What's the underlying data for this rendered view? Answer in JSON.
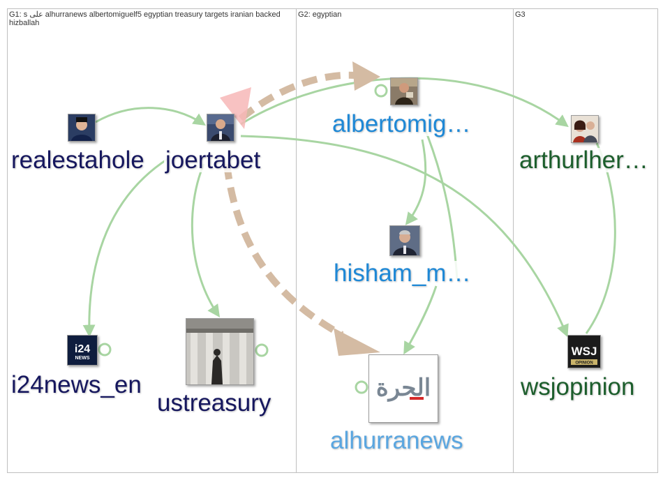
{
  "groups": {
    "g1": {
      "title": "G1: s على alhurranews albertomiguelf5 egyptian treasury targets iranian backed hizballah"
    },
    "g2": {
      "title": "G2: egyptian"
    },
    "g3": {
      "title": "G3"
    }
  },
  "nodes": {
    "realestahole": {
      "label": "realestahole"
    },
    "joertabet": {
      "label": "joertabet"
    },
    "albertomig": {
      "label": "albertomig…"
    },
    "arthurlher": {
      "label": "arthurlher…"
    },
    "hisham_m": {
      "label": "hisham_m…"
    },
    "i24news_en": {
      "label": "i24news_en",
      "logo_text": "i24",
      "logo_sub": "NEWS"
    },
    "ustreasury": {
      "label": "ustreasury"
    },
    "alhurranews": {
      "label": "alhurranews",
      "logo_text": "الحرة"
    },
    "wsjopinion": {
      "label": "wsjopinion",
      "logo_text": "WSJ",
      "logo_sub": "OPINION"
    }
  },
  "colors": {
    "edge": "#a8d5a2",
    "heavy_edge": "#d4bba3",
    "pink_arrow": "#f7b7b7",
    "group_border": "#bfbfbf"
  }
}
